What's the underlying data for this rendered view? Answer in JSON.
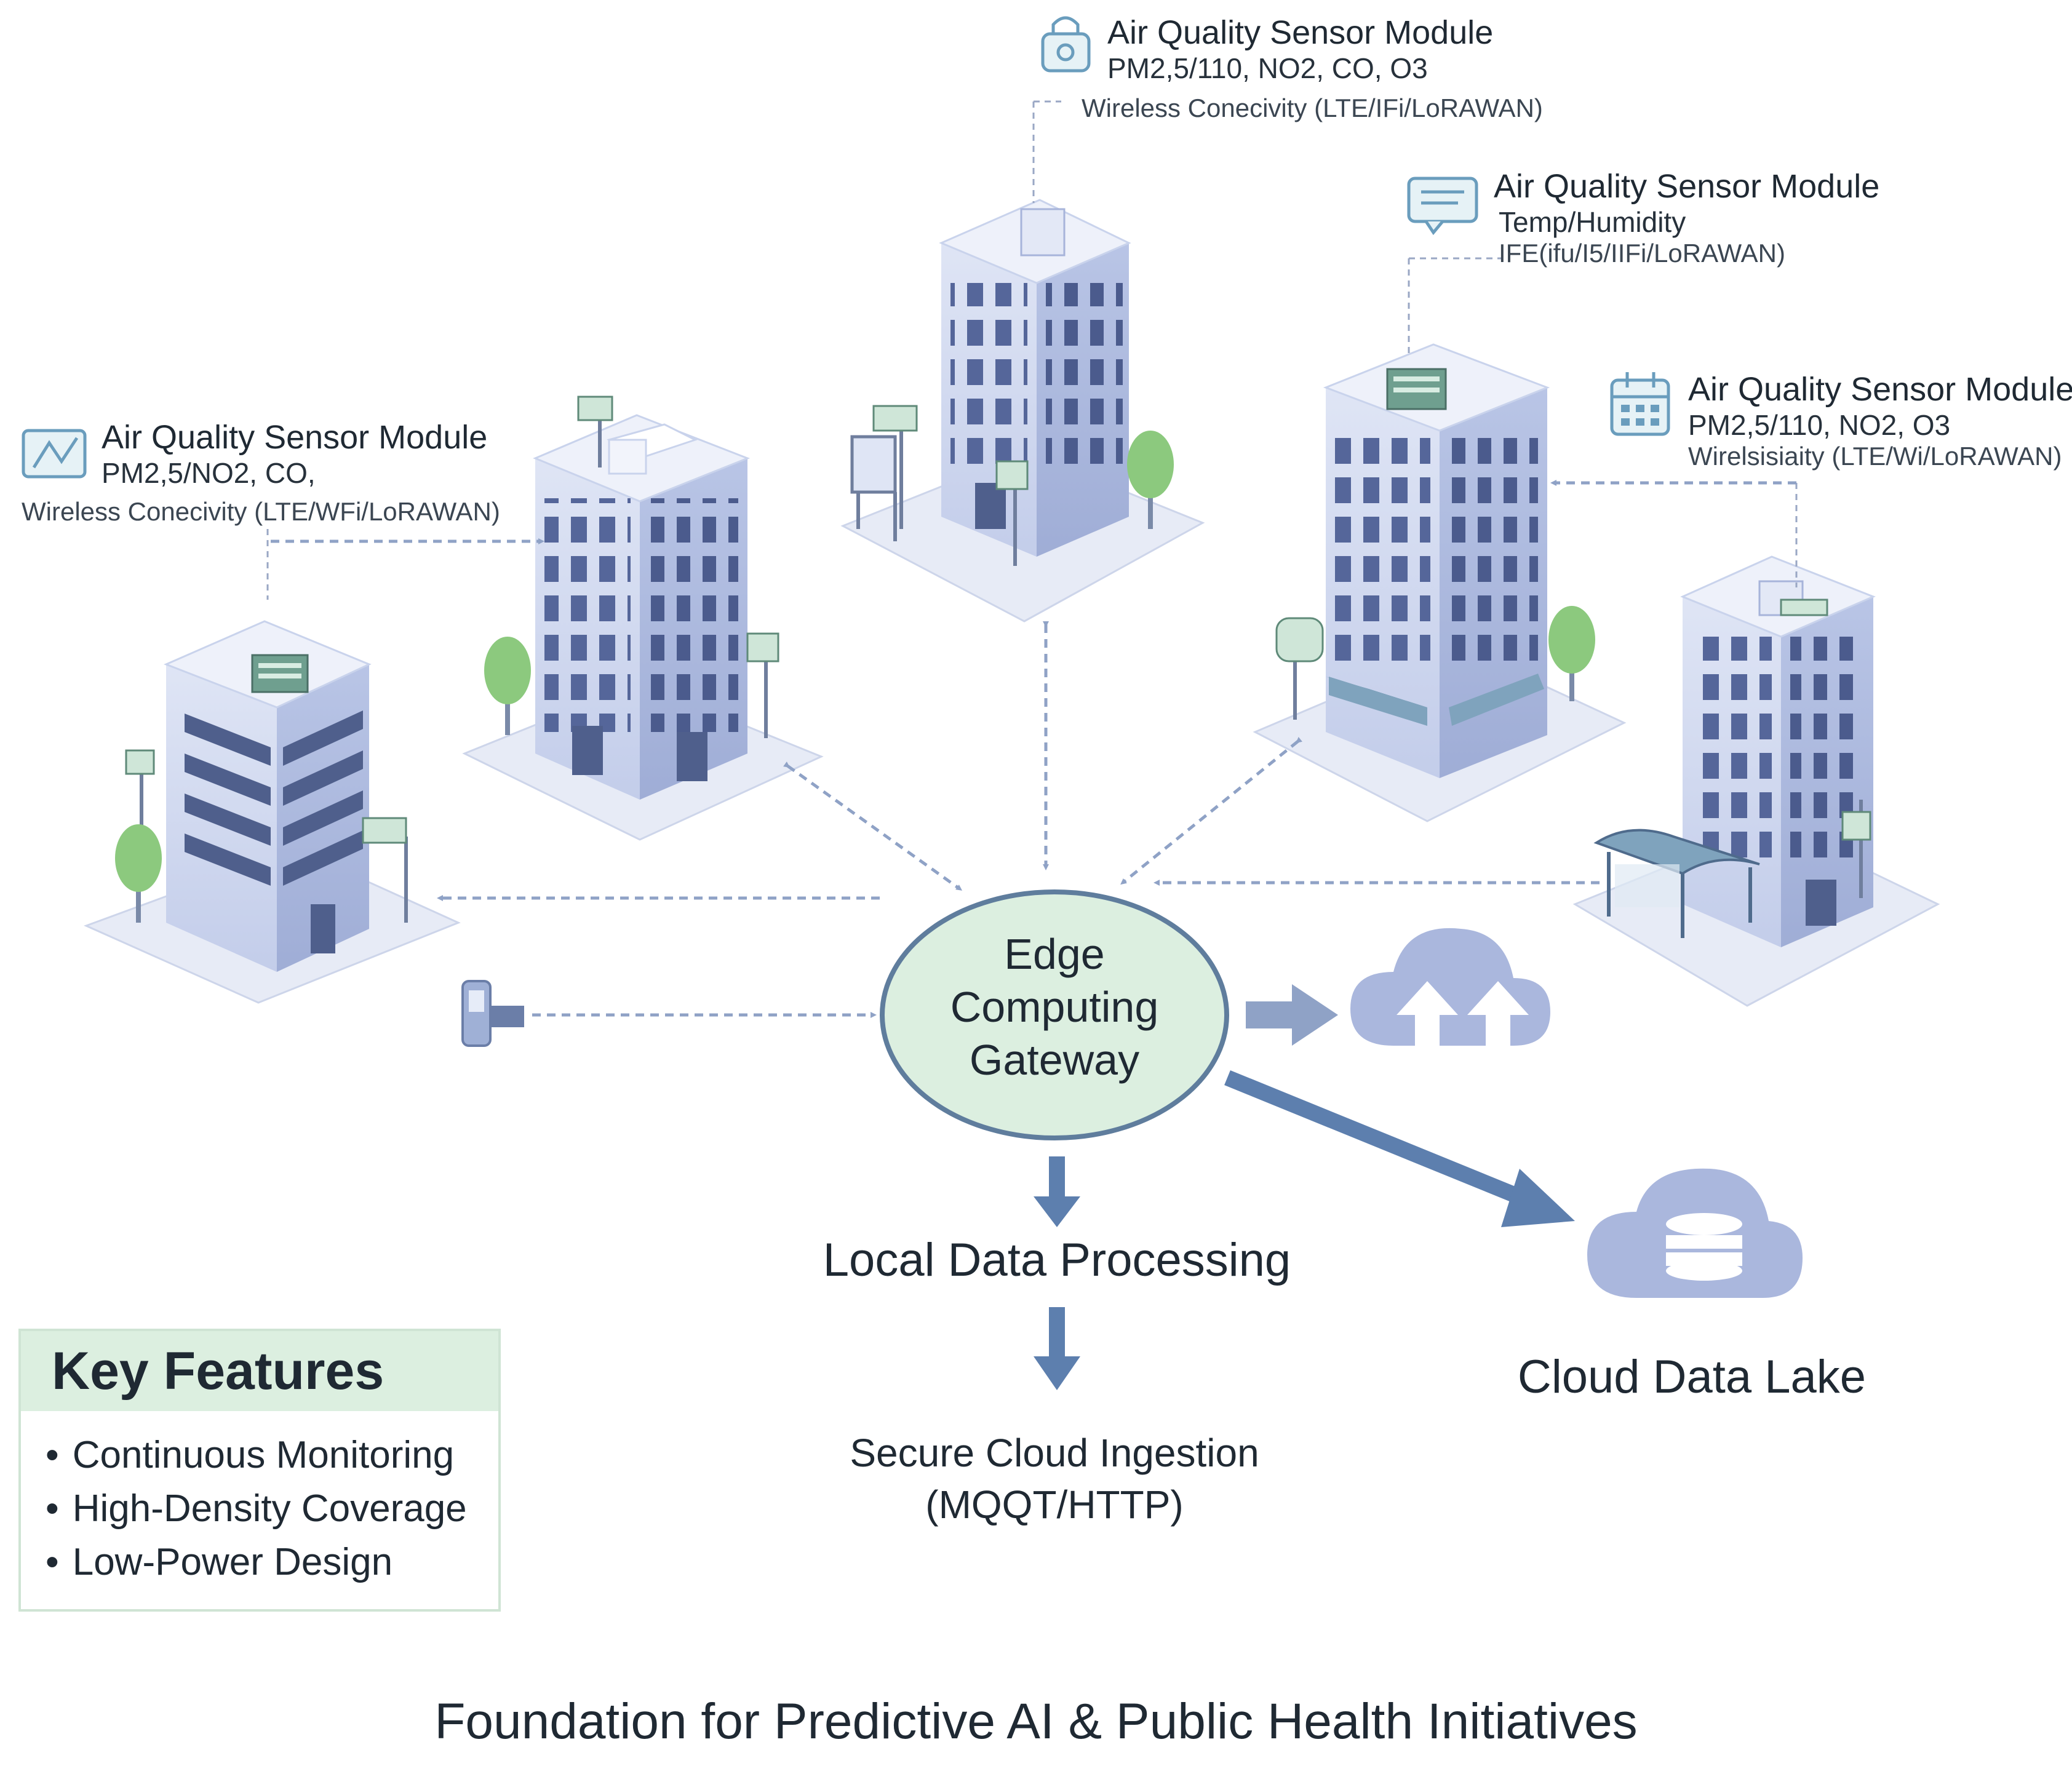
{
  "modules": [
    {
      "title": "Air Quality Sensor Module",
      "line1": "PM2,5/NO2, CO,",
      "line2": "Wireless Conecivity (LTE/WFi/LoRAWAN)"
    },
    {
      "title": "Air Quality Sensor Module",
      "line1": "PM2,5/110, NO2, CO, O3",
      "line2": "Wireless Conecivity (LTE/IFi/LoRAWAN)"
    },
    {
      "title": "Air Quality Sensor Module",
      "line1": "Temp/Humidity",
      "line2": "IFE(ifu/I5/IIFi/LoRAWAN)"
    },
    {
      "title": "Air Quality Sensor Module",
      "line1": "PM2,5/110, NO2, O3",
      "line2": "Wirelsisiaity (LTE/Wi/LoRAWAN)"
    }
  ],
  "gateway": {
    "line1": "Edge",
    "line2": "Computing",
    "line3": "Gateway"
  },
  "local_processing": "Local Data Processing",
  "secure_ingestion": {
    "line1": "Secure Cloud Ingestion",
    "line2": "(MQQT/HTTP)"
  },
  "cloud_lake": "Cloud Data Lake",
  "features": {
    "title": "Key Features",
    "items": [
      "Continuous Monitoring",
      "High-Density Coverage",
      "Low-Power Design"
    ]
  },
  "footer": "Foundation for Predictive AI & Public Health Initiatives",
  "colors": {
    "gateway_fill": "#dcefe0",
    "gateway_stroke": "#5f7d9d",
    "arrow": "#6b86b0",
    "building_light": "#eef1fa",
    "building_mid": "#c9d3ec",
    "building_dark": "#a7b4da",
    "window": "#4f5f8c",
    "tree": "#8cc97e",
    "cloud": "#aab7dd",
    "features_header": "#dcefe0"
  }
}
